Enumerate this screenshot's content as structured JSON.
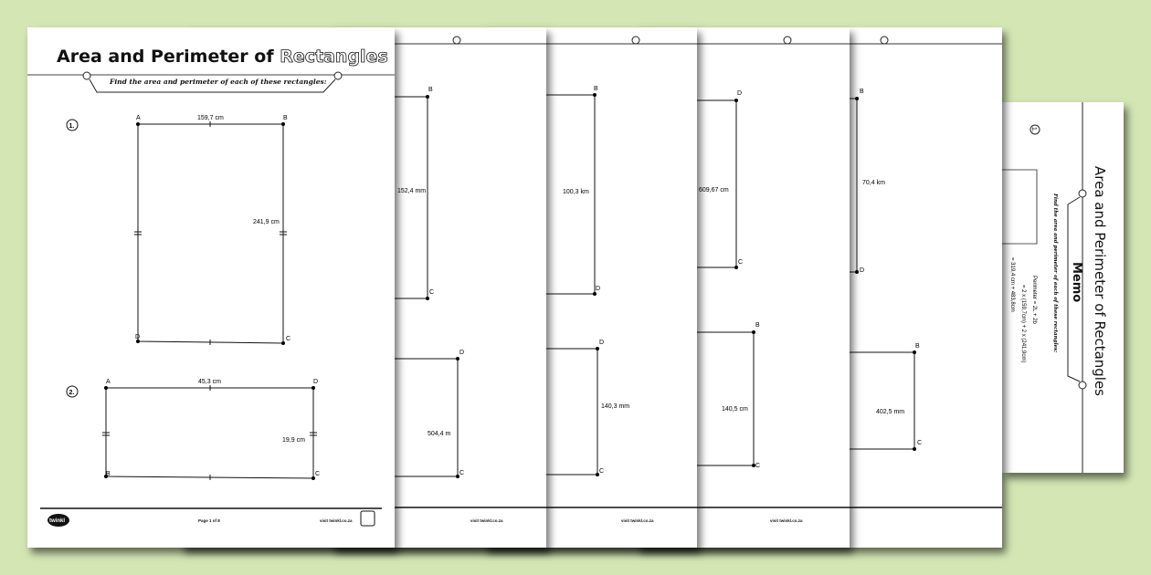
{
  "background_color": "#d3e6b4",
  "worksheet": {
    "title_main": "Area and Perimeter of ",
    "title_highlight": "Rectangles",
    "instruction": "Find the area and perimeter of each of these rectangles:",
    "footer": {
      "logo": "twinkl",
      "page": "Page 1 of 8",
      "site": "visit twinkl.co.za"
    }
  },
  "page1": {
    "q1": {
      "number": "1.",
      "vertices": [
        "A",
        "B",
        "C",
        "D"
      ],
      "length": "159,7 cm",
      "width": "241,9 cm"
    },
    "q2": {
      "number": "2.",
      "vertices": [
        "A",
        "D",
        "C",
        "B"
      ],
      "length": "45,3 cm",
      "width": "19,9 cm"
    }
  },
  "page2": {
    "top": {
      "v1": "B",
      "v2": "C",
      "label": "152,4 mm"
    },
    "bottom": {
      "v1": "D",
      "v2": "C",
      "label": "504,4 m"
    }
  },
  "page3": {
    "top": {
      "v1": "B",
      "v2": "D",
      "label": "100,3 km"
    },
    "bottom": {
      "v1": "D",
      "v2": "C",
      "label": "140,3 mm"
    }
  },
  "page4": {
    "top": {
      "v1": "D",
      "v2": "C",
      "label": "609,67 cm"
    },
    "bottom": {
      "v1": "B",
      "v2": "C",
      "label": "140,5 cm"
    }
  },
  "page5": {
    "top": {
      "v1": "B",
      "v2": "D",
      "label": "70,4 km"
    },
    "bottom": {
      "v1": "B",
      "v2": "C",
      "label": "402,5 mm"
    }
  },
  "memo": {
    "title": "Area and Perimeter of Rectangles",
    "subtitle": "Memo",
    "number": "1.",
    "instruction": "Find the area and perimeter of each of these rectangles:",
    "lines": [
      "Perimeter = 2L + 2b",
      "= 2 x (159,7cm) + 2 x (241,9cm)",
      "= 319,4 cm + 483,8cm"
    ]
  }
}
